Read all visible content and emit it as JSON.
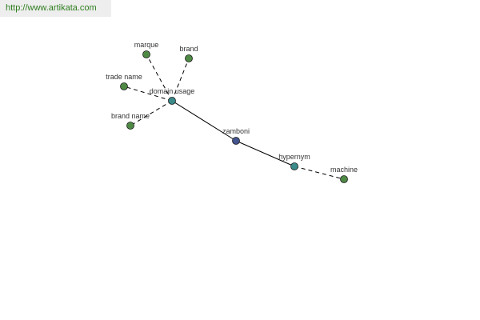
{
  "source": {
    "url": "http://www.artikata.com"
  },
  "colors": {
    "center": "#44558f",
    "relation": "#3b8b8b",
    "leaf": "#4f8a45",
    "edge": "#000000"
  },
  "nodes": [
    {
      "id": "zamboni",
      "label": "zamboni",
      "kind": "center"
    },
    {
      "id": "domain_usage",
      "label": "domain usage",
      "kind": "relation"
    },
    {
      "id": "hypernym",
      "label": "hypernym",
      "kind": "relation"
    },
    {
      "id": "marque",
      "label": "marque",
      "kind": "leaf"
    },
    {
      "id": "brand",
      "label": "brand",
      "kind": "leaf"
    },
    {
      "id": "trade_name",
      "label": "trade name",
      "kind": "leaf"
    },
    {
      "id": "brand_name",
      "label": "brand name",
      "kind": "leaf"
    },
    {
      "id": "machine",
      "label": "machine",
      "kind": "leaf"
    }
  ],
  "edges": [
    {
      "from": "zamboni",
      "to": "domain_usage",
      "style": "solid"
    },
    {
      "from": "zamboni",
      "to": "hypernym",
      "style": "solid"
    },
    {
      "from": "domain_usage",
      "to": "marque",
      "style": "dashed"
    },
    {
      "from": "domain_usage",
      "to": "brand",
      "style": "dashed"
    },
    {
      "from": "domain_usage",
      "to": "trade_name",
      "style": "dashed"
    },
    {
      "from": "domain_usage",
      "to": "brand_name",
      "style": "dashed"
    },
    {
      "from": "hypernym",
      "to": "machine",
      "style": "dashed"
    }
  ]
}
